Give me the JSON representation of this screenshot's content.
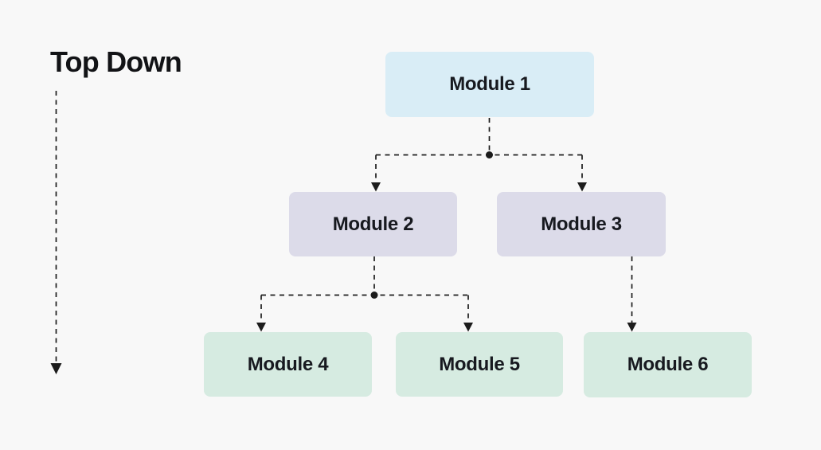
{
  "title": "Top Down",
  "colors": {
    "background": "#f8f8f8",
    "level1_fill": "#d9edf6",
    "level2_fill": "#dcdbe9",
    "level3_fill": "#d6ebe1",
    "label_text": "#17191f",
    "connector": "#1c1c1c"
  },
  "nodes": [
    {
      "id": "module-1",
      "label": "Module 1",
      "level": 1
    },
    {
      "id": "module-2",
      "label": "Module 2",
      "level": 2
    },
    {
      "id": "module-3",
      "label": "Module 3",
      "level": 2
    },
    {
      "id": "module-4",
      "label": "Module 4",
      "level": 3
    },
    {
      "id": "module-5",
      "label": "Module 5",
      "level": 3
    },
    {
      "id": "module-6",
      "label": "Module 6",
      "level": 3
    }
  ],
  "edges": [
    {
      "from": "module-1",
      "to": "module-2"
    },
    {
      "from": "module-1",
      "to": "module-3"
    },
    {
      "from": "module-2",
      "to": "module-4"
    },
    {
      "from": "module-2",
      "to": "module-5"
    },
    {
      "from": "module-3",
      "to": "module-6"
    }
  ]
}
